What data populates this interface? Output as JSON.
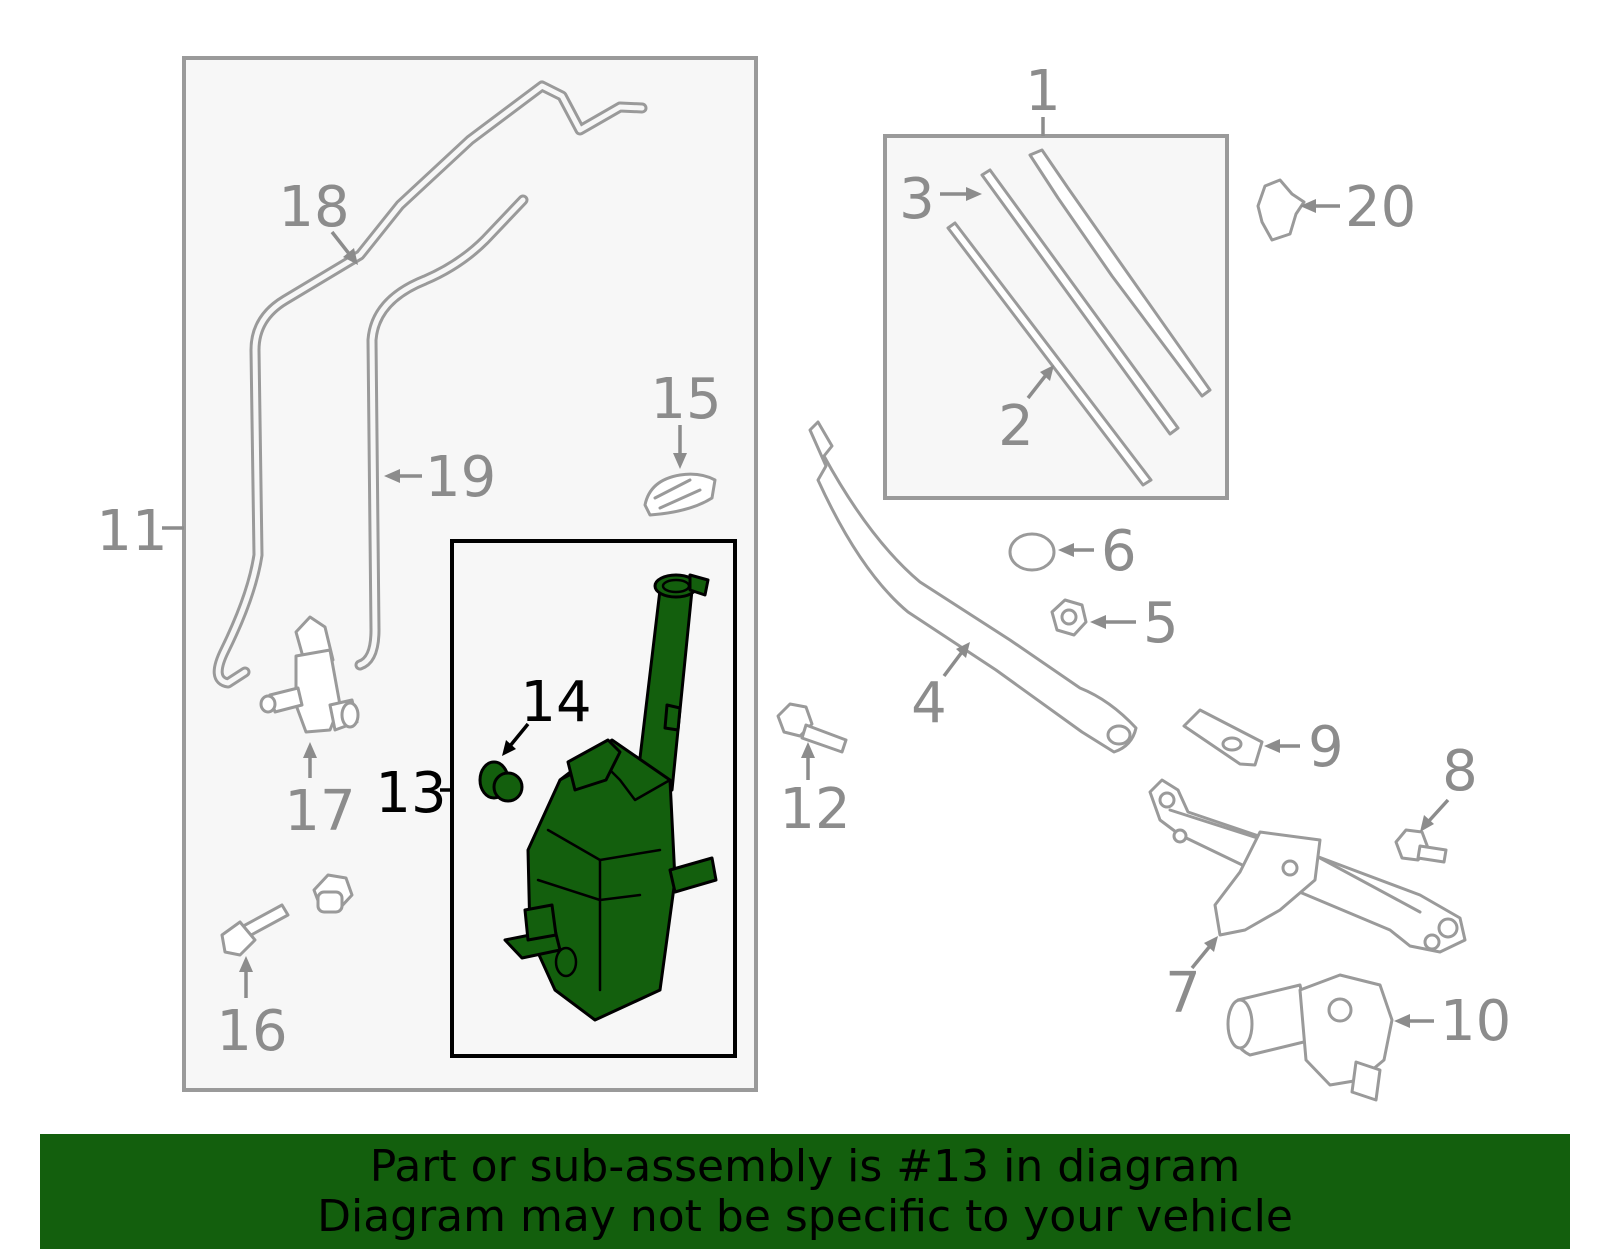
{
  "diagram": {
    "highlighted_part": "13",
    "highlight_color": "#135f0d",
    "callouts": {
      "c1": "1",
      "c2": "2",
      "c3": "3",
      "c4": "4",
      "c5": "5",
      "c6": "6",
      "c7": "7",
      "c8": "8",
      "c9": "9",
      "c10": "10",
      "c11": "11",
      "c12": "12",
      "c13": "13",
      "c14": "14",
      "c15": "15",
      "c16": "16",
      "c17": "17",
      "c18": "18",
      "c19": "19",
      "c20": "20"
    }
  },
  "banner": {
    "line1": "Part or sub-assembly is #13 in diagram",
    "line2": "Diagram may not be specific to your vehicle",
    "background": "#135f0d"
  }
}
